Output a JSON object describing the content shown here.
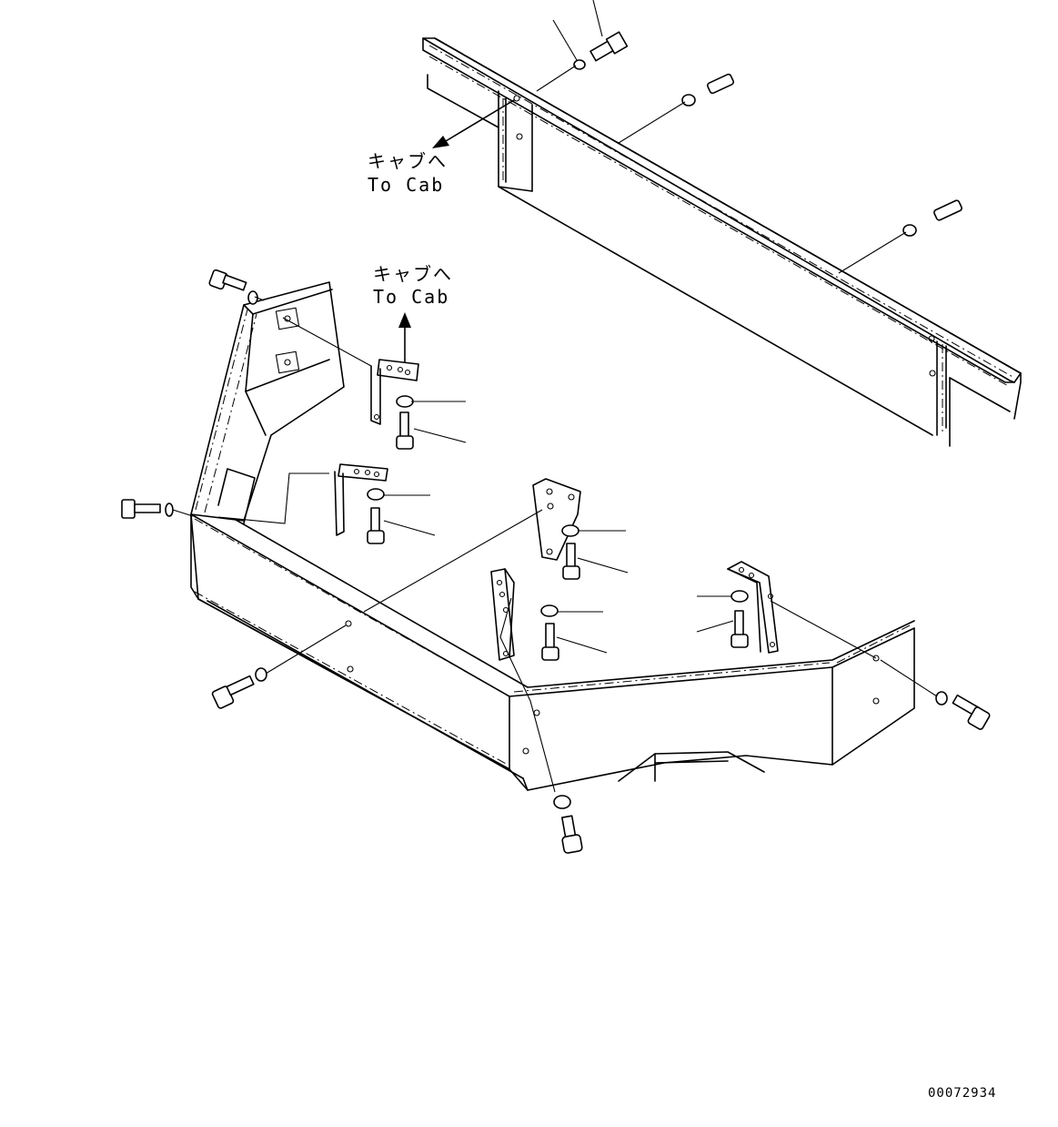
{
  "labels": {
    "cab_jp_upper": "キャブへ",
    "cab_en_upper": "To Cab",
    "cab_jp_lower": "キャブへ",
    "cab_en_lower": "To Cab"
  },
  "drawing_number": "00072934",
  "leader_count": 13
}
